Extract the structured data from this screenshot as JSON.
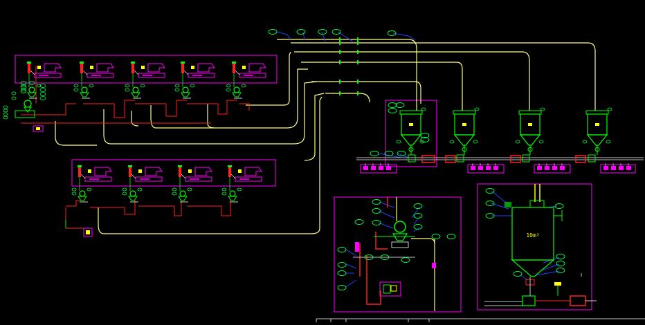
{
  "colors": {
    "background": "#000000",
    "frame": "#ff00ff",
    "pipe_yellow": "#ffff80",
    "pipe_red": "#ff2020",
    "equipment": "#00ff00",
    "instrument": "#00ff40",
    "signal": "#2040ff",
    "accent_yellow": "#ffff00",
    "white": "#ffffff"
  },
  "equipment": {
    "tank_label": "10m³"
  },
  "upper_feeder_row": {
    "feeder_count": 5
  },
  "lower_feeder_row": {
    "feeder_count": 4
  },
  "receiver_hoppers": {
    "count": 4
  },
  "tag_bubbles": {
    "top_left_count": 4,
    "receiver_count": 16,
    "center_panel_count": 14,
    "right_panel_count": 8
  }
}
